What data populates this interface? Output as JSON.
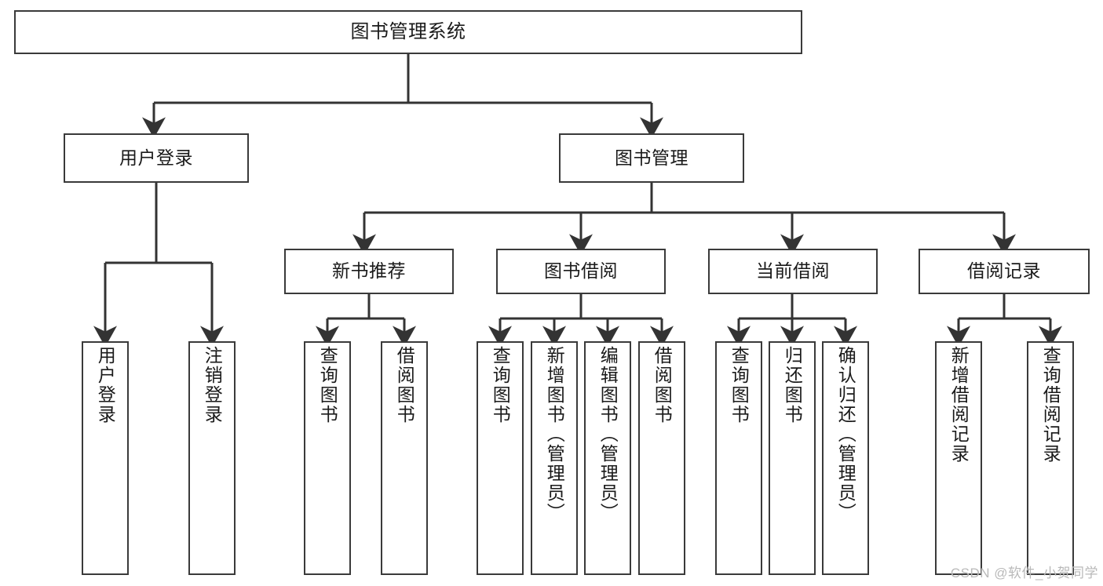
{
  "diagram": {
    "title": "图书管理系统",
    "watermark": "CSDN @软件_小贺同学",
    "colors": {
      "box_border": "#3a3a3a",
      "box_fill": "#ffffff",
      "connector": "#333333",
      "text": "#1a1a1a",
      "watermark": "#b9b9b9"
    },
    "root": {
      "label": "图书管理系统"
    },
    "level2": [
      {
        "label": "用户登录"
      },
      {
        "label": "图书管理"
      }
    ],
    "level3": [
      {
        "label": "新书推荐"
      },
      {
        "label": "图书借阅"
      },
      {
        "label": "当前借阅"
      },
      {
        "label": "借阅记录"
      }
    ],
    "leaves": {
      "user_login": [
        {
          "label": "用户登录"
        },
        {
          "label": "注销登录"
        }
      ],
      "new_book_recommend": [
        {
          "label": "查询图书"
        },
        {
          "label": "借阅图书"
        }
      ],
      "book_borrow": [
        {
          "label": "查询图书"
        },
        {
          "label": "新增图书（管理员）"
        },
        {
          "label": "编辑图书（管理员）"
        },
        {
          "label": "借阅图书"
        }
      ],
      "current_borrow": [
        {
          "label": "查询图书"
        },
        {
          "label": "归还图书"
        },
        {
          "label": "确认归还（管理员）"
        }
      ],
      "borrow_record": [
        {
          "label": "新增借阅记录"
        },
        {
          "label": "查询借阅记录"
        }
      ]
    }
  }
}
